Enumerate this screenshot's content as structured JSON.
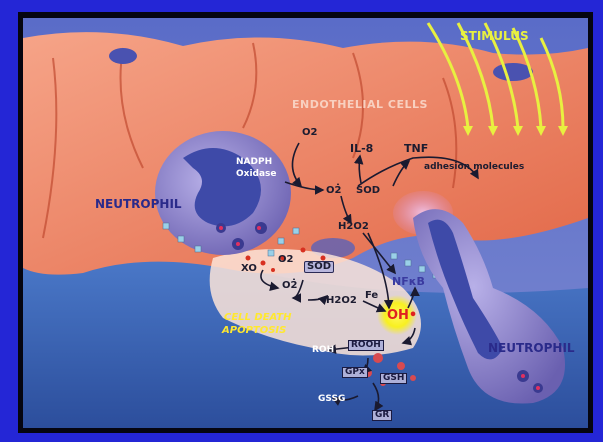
{
  "labels": {
    "stimulus": "STIMULUS",
    "endothelial_cells": "ENDOTHELIAL CELLS",
    "neutrophil_left": "NEUTROPHIL",
    "neutrophil_right": "NEUTROPHIL",
    "o2_top": "O2",
    "nadph_oxidase_line1": "NADPH",
    "nadph_oxidase_line2": "Oxidase",
    "il8": "IL-8",
    "tnf": "TNF",
    "adhesion_molecules": "adhesion molecules",
    "superoxide_top": "O2̇",
    "sod_top": "SOD",
    "h2o2_top": "H2O2",
    "xo": "XO",
    "o2_mid": "O2",
    "sod_box": "SOD",
    "superoxide_mid": "O2̇",
    "h2o2_mid": "H2O2",
    "fe": "Fe",
    "nfkb": "NFκB",
    "oh_radical": "OH•",
    "cell_death": "CELL DEATH",
    "apoptosis": "APOPTOSIS",
    "roh": "ROH",
    "rooh": "ROOH",
    "gpx": "GPx",
    "gsh": "GSH",
    "gssg": "GSSG",
    "gr": "GR"
  },
  "colors": {
    "frame_blue": "#2426d6",
    "endothelium": "#f08060",
    "endothelium_dark": "#d85a40",
    "vessel_blue": "#3a66b8",
    "neutrophil": "#8a80c8",
    "nucleus": "#4a52b0",
    "oh_glow": "#f5f020",
    "stimulus_yellow": "#e8f040",
    "white_text": "#ffffff",
    "yellow_text": "#ffe830"
  }
}
